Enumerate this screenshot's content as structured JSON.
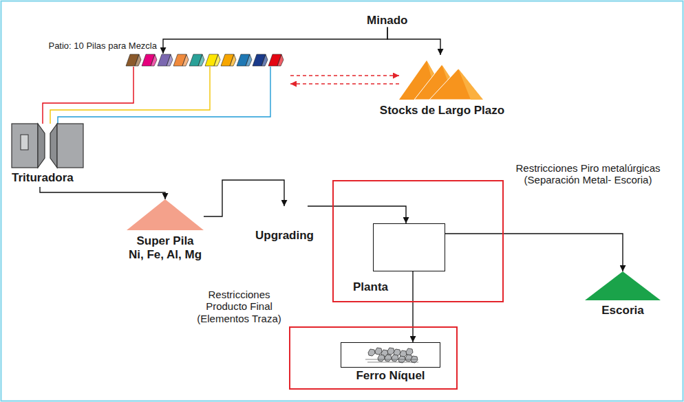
{
  "diagram": {
    "nodes": [
      {
        "text": [
          "Minado"
        ]
      },
      {
        "text": [
          "Patio: 10 Pilas para Mezcla"
        ]
      },
      {
        "text": [
          "Stocks de Largo Plazo"
        ]
      },
      {
        "text": [
          "Trituradora"
        ]
      },
      {
        "text": [
          "Super Pila Ni, Fe, Al, Mg"
        ]
      },
      {
        "text": [
          "Upgrading"
        ]
      },
      {
        "text": [
          "Restricciones Piro metalúrgicas (Separación Metal- Escoria)"
        ]
      },
      {
        "text": [
          "Planta"
        ],
        "in": 6
      },
      {
        "text": [
          "Escoria"
        ]
      },
      {
        "text": [
          "Restricciones Producto Final (Elementos Traza)"
        ]
      },
      {
        "text": [
          "Ferro Níquel"
        ],
        "in": 9
      }
    ],
    "edges": [
      {
        "from": 0,
        "to": 1,
        "arrow": "to"
      },
      {
        "from": 0,
        "to": 2,
        "arrow": "to"
      },
      {
        "from": 1,
        "to": 2,
        "arrow": "to"
      },
      {
        "from": 2,
        "to": 1,
        "arrow": "to"
      },
      {
        "from": 1,
        "to": 3,
        "arrow": "none"
      },
      {
        "from": 1,
        "to": 3,
        "arrow": "none"
      },
      {
        "from": 1,
        "to": 3,
        "arrow": "none"
      },
      {
        "from": 3,
        "to": 4,
        "arrow": "to"
      },
      {
        "from": 4,
        "to": 5,
        "arrow": "to"
      },
      {
        "from": 5,
        "to": 7,
        "arrow": "to"
      },
      {
        "from": 7,
        "to": 8,
        "arrow": "to"
      },
      {
        "from": 7,
        "to": 10,
        "arrow": "to"
      }
    ]
  }
}
